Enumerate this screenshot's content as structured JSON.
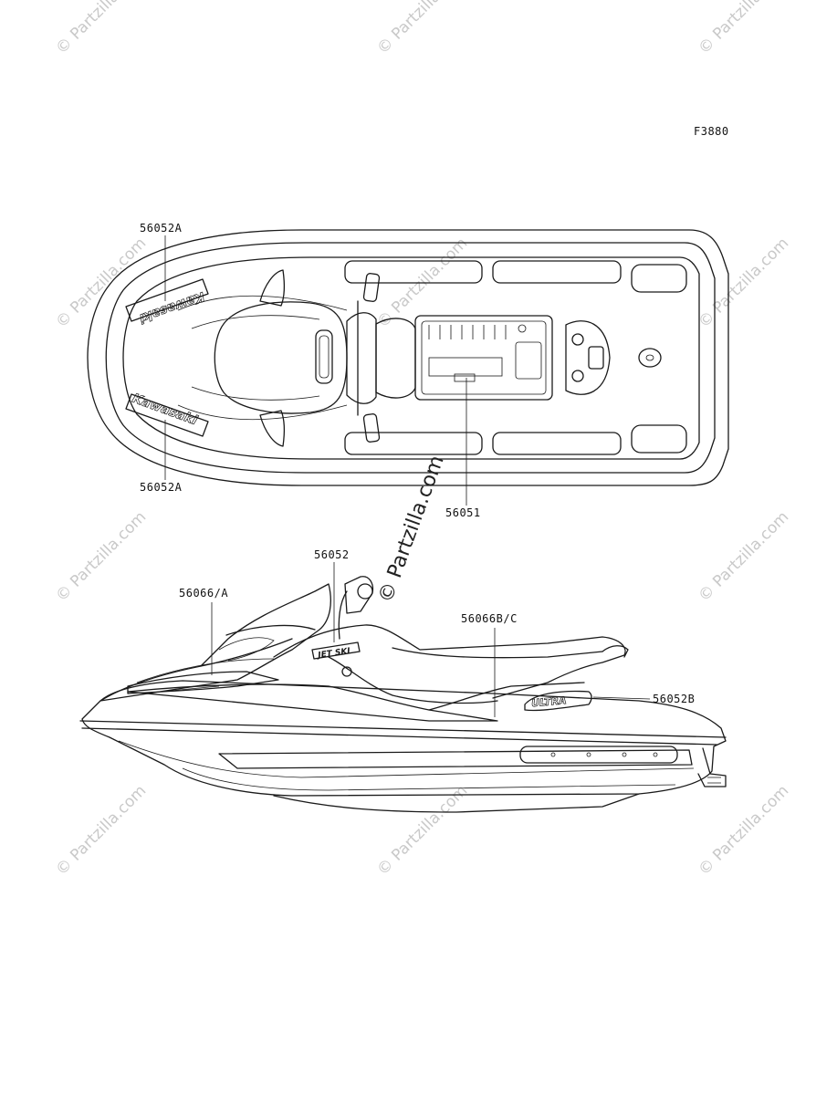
{
  "figure_id": "F3880",
  "callouts": {
    "top_front_upper": "56052A",
    "top_front_lower": "56052A",
    "top_storage": "56051",
    "side_console": "56052",
    "side_hull_front": "56066/A",
    "side_hull_rear": "56066B/C",
    "side_rear": "56052B"
  },
  "decals": {
    "top_upper": "Kawasaki",
    "top_lower": "Kawasaki",
    "side_console": "JET SKI",
    "side_rear": "ULTRA"
  },
  "watermark": {
    "text": "© Partzilla.com"
  },
  "colors": {
    "line": "#1a1a1a",
    "watermark": "#c9c9c9"
  }
}
